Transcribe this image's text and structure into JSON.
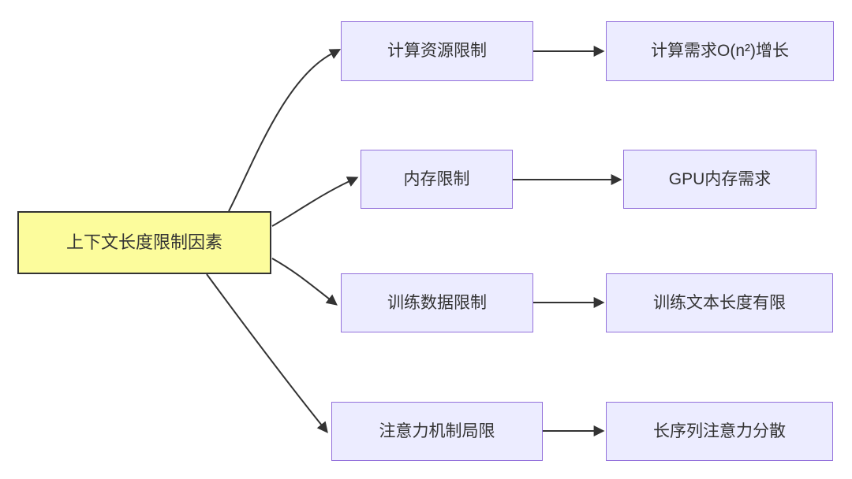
{
  "colors": {
    "root_fill": "#fcfc9c",
    "root_border": "#333333",
    "node_fill": "#ececff",
    "node_border": "#9370db",
    "edge_color": "#333333",
    "text_color": "#333333",
    "background": "#ffffff"
  },
  "diagram": {
    "type": "flowchart",
    "root": {
      "label": "上下文长度限制因素"
    },
    "branches": [
      {
        "cause": "计算资源限制",
        "effect": "计算需求O(n²)增长"
      },
      {
        "cause": "内存限制",
        "effect": "GPU内存需求"
      },
      {
        "cause": "训练数据限制",
        "effect": "训练文本长度有限"
      },
      {
        "cause": "注意力机制局限",
        "effect": "长序列注意力分散"
      }
    ]
  }
}
